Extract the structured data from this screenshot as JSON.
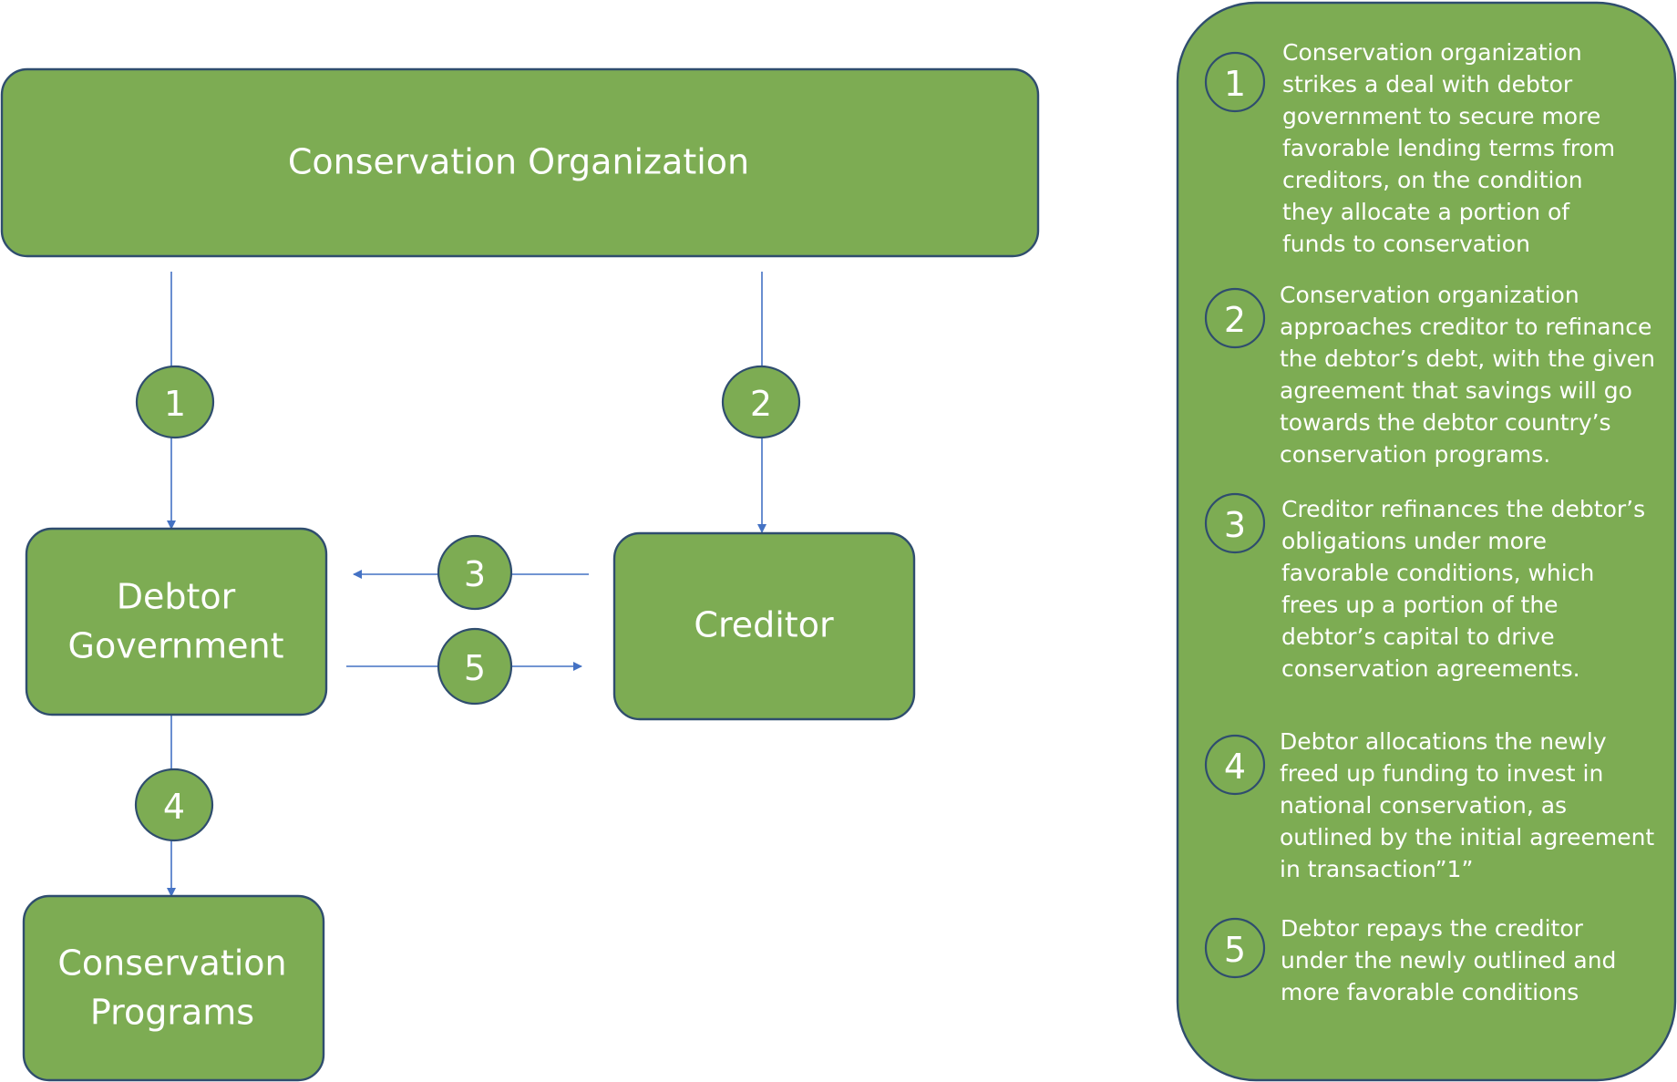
{
  "nodes": {
    "conservation_org": "Conservation Organization",
    "debtor_gov": [
      "Debtor",
      "Government"
    ],
    "creditor": "Creditor",
    "conservation_programs": [
      "Conservation",
      "Programs"
    ]
  },
  "flow_numbers": [
    "1",
    "2",
    "3",
    "5",
    "4"
  ],
  "legend": [
    {
      "num": "1",
      "lines": [
        "Conservation organization",
        "strikes a deal with debtor",
        "government to secure more",
        "favorable lending terms from",
        "creditors, on the condition",
        "they allocate a portion of",
        "funds to conservation"
      ]
    },
    {
      "num": "2",
      "lines": [
        "Conservation organization",
        "approaches creditor to refinance",
        "the debtor’s debt, with the given",
        "agreement that savings will go",
        "towards the debtor country’s",
        "conservation programs."
      ]
    },
    {
      "num": "3",
      "lines": [
        "Creditor refinances the debtor’s",
        "obligations under more",
        "favorable conditions, which",
        "frees up a portion of the",
        "debtor’s capital to drive",
        "conservation agreements."
      ]
    },
    {
      "num": "4",
      "lines": [
        "Debtor allocations the newly",
        "freed up funding to invest in",
        "national conservation, as",
        "outlined by the initial agreement",
        "in transaction”1”"
      ]
    },
    {
      "num": "5",
      "lines": [
        "Debtor repays the creditor",
        "under the newly outlined and",
        "more favorable conditions"
      ]
    }
  ],
  "colors": {
    "box_fill": "#7dac53",
    "box_stroke": "#2f4d6e",
    "arrow": "#4472c4",
    "text": "#ffffff"
  }
}
